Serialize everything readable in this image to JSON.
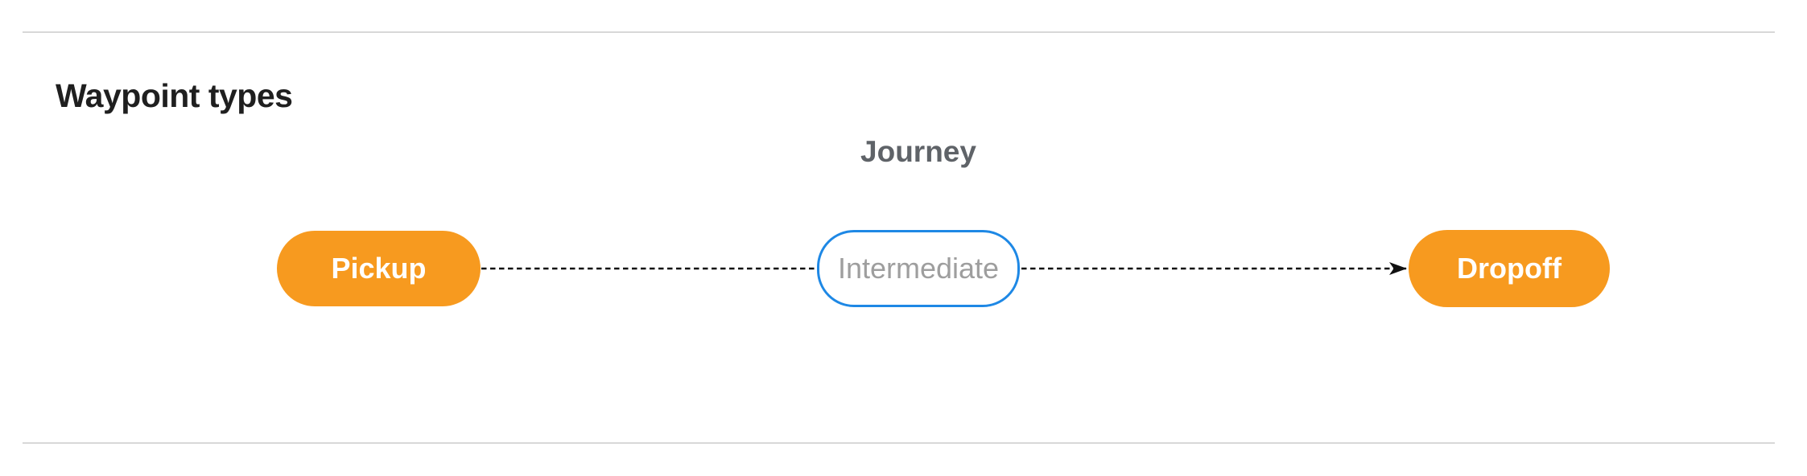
{
  "section": {
    "title": "Waypoint types"
  },
  "diagram": {
    "title": "Journey",
    "nodes": [
      {
        "id": "pickup",
        "label": "Pickup",
        "style": "filled-orange"
      },
      {
        "id": "intermediate",
        "label": "Intermediate",
        "style": "outlined-blue"
      },
      {
        "id": "dropoff",
        "label": "Dropoff",
        "style": "filled-orange"
      }
    ],
    "edges": [
      {
        "from": "pickup",
        "to": "intermediate",
        "style": "dashed",
        "arrowhead": false
      },
      {
        "from": "intermediate",
        "to": "dropoff",
        "style": "dashed",
        "arrowhead": true
      }
    ],
    "colors": {
      "node_fill_orange": "#f79a1f",
      "node_text_on_orange": "#ffffff",
      "intermediate_border_blue": "#1e88e5",
      "intermediate_text_gray": "#9e9e9e",
      "diagram_title_gray": "#5f6368",
      "section_title_black": "#1f1f1f",
      "edge_black": "#111111",
      "divider_gray": "#d8d8d8"
    }
  }
}
